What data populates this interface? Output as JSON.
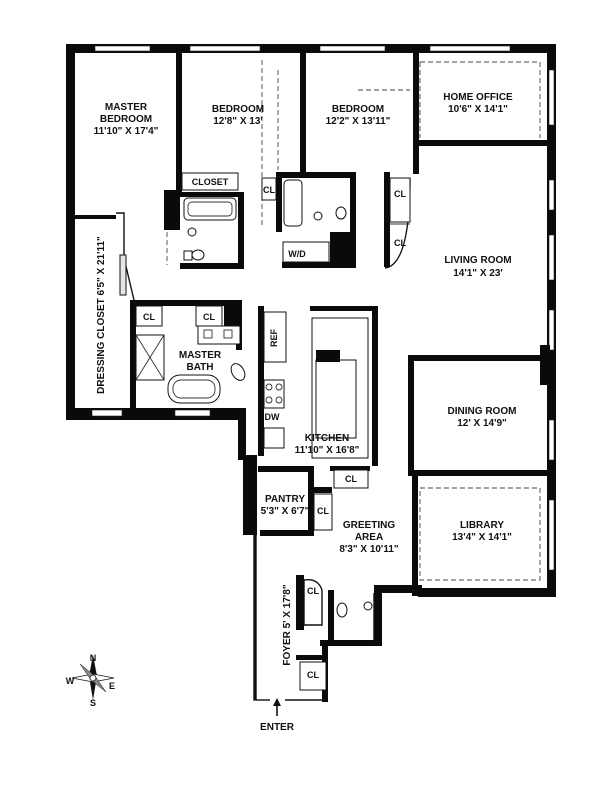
{
  "rooms": {
    "master_bedroom": {
      "name_line1": "MASTER",
      "name_line2": "BEDROOM",
      "dims": "11'10\" X 17'4\""
    },
    "bedroom_1": {
      "name": "BEDROOM",
      "dims": "12'8\" X 13'"
    },
    "bedroom_2": {
      "name": "BEDROOM",
      "dims": "12'2\" X 13'11\""
    },
    "home_office": {
      "name": "HOME OFFICE",
      "dims": "10'6\" X 14'1\""
    },
    "living_room": {
      "name": "LIVING ROOM",
      "dims": "14'1\" X 23'"
    },
    "dressing_closet": {
      "label": "DRESSING CLOSET 6'5\" X 21'11\""
    },
    "master_bath": {
      "name_line1": "MASTER",
      "name_line2": "BATH"
    },
    "kitchen": {
      "name": "KITCHEN",
      "dims": "11'10\" X 16'8\""
    },
    "dining_room": {
      "name": "DINING ROOM",
      "dims": "12' X 14'9\""
    },
    "pantry": {
      "name": "PANTRY",
      "dims": "5'3\" X 6'7\""
    },
    "greeting_area": {
      "name_line1": "GREETING",
      "name_line2": "AREA",
      "dims": "8'3\" X 10'11\""
    },
    "library": {
      "name": "LIBRARY",
      "dims": "13'4\" X 14'1\""
    },
    "foyer": {
      "label": "FOYER 5' X 17'8\""
    }
  },
  "fixtures": {
    "closet": "CLOSET",
    "cl": "CL",
    "wd": "W/D",
    "ref": "REF",
    "dw": "DW"
  },
  "entrance": {
    "label": "ENTER"
  },
  "compass": {
    "n": "N",
    "e": "E",
    "s": "S",
    "w": "W"
  }
}
